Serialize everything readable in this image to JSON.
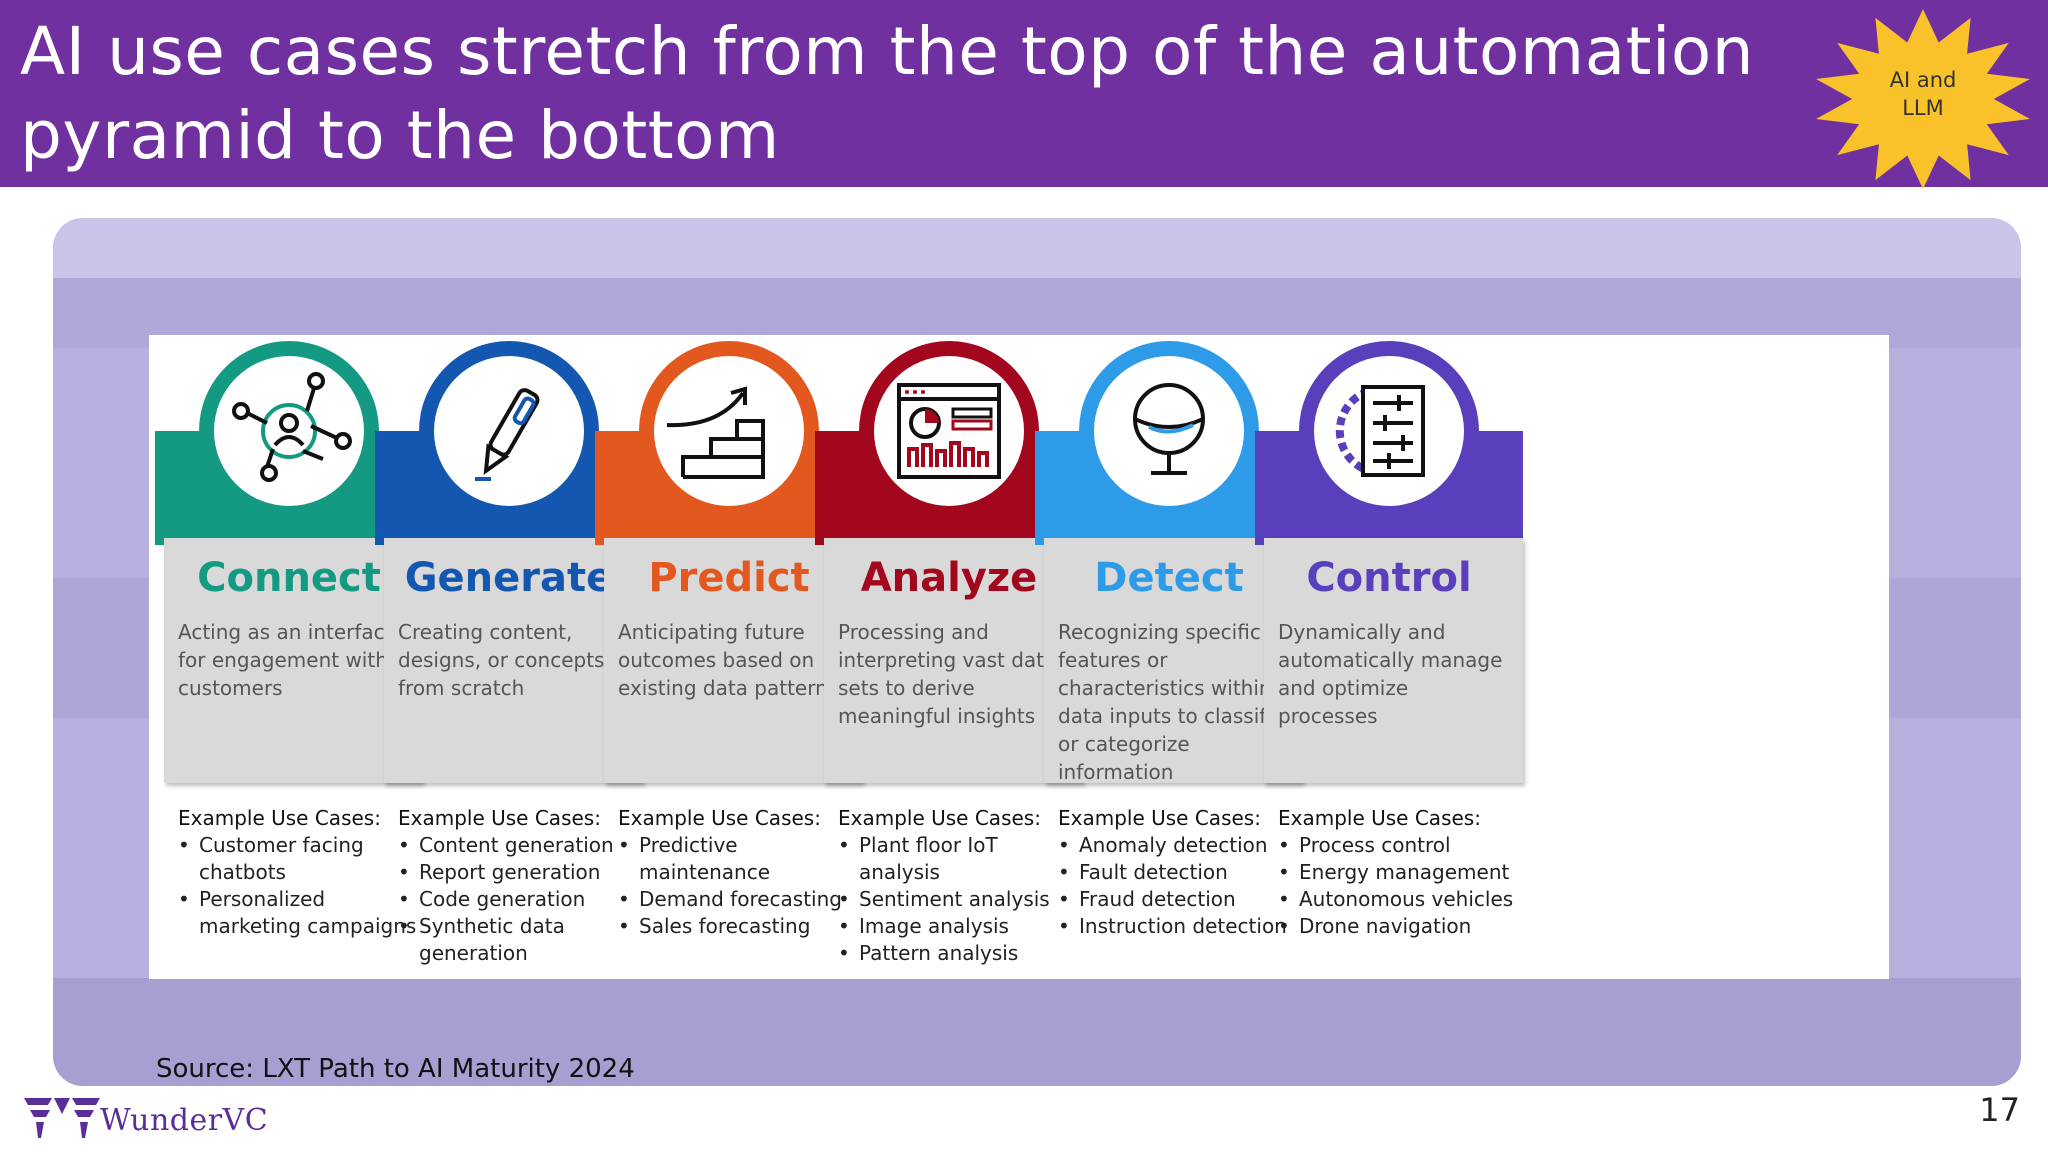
{
  "header": {
    "title": "AI use cases stretch from the top of the automation pyramid to the bottom",
    "badge_line1": "AI and",
    "badge_line2": "LLM",
    "background_color": "#7030a0",
    "badge_color": "#f9c22b"
  },
  "cards": [
    {
      "name": "Connect",
      "color": "#149a82",
      "icon": "network-person-icon",
      "description": "Acting as an interface for engagement with customers",
      "examples_title": "Example Use Cases:",
      "examples": [
        "Customer facing chatbots",
        "Personalized marketing campaigns"
      ]
    },
    {
      "name": "Generate",
      "color": "#1457b0",
      "icon": "pen-icon",
      "description": "Creating content, designs, or concepts from scratch",
      "examples_title": "Example Use Cases:",
      "examples": [
        "Content generation",
        "Report generation",
        "Code generation",
        "Synthetic data generation"
      ]
    },
    {
      "name": "Predict",
      "color": "#e3581e",
      "icon": "stairs-arrow-icon",
      "description": "Anticipating future outcomes based on existing data patterns",
      "examples_title": "Example Use Cases:",
      "examples": [
        "Predictive maintenance",
        "Demand forecasting",
        "Sales forecasting"
      ]
    },
    {
      "name": "Analyze",
      "color": "#a3071d",
      "icon": "dashboard-icon",
      "description": "Processing and interpreting vast data sets to derive meaningful insights",
      "examples_title": "Example Use Cases:",
      "examples": [
        "Plant floor IoT analysis",
        "Sentiment analysis",
        "Image analysis",
        "Pattern analysis"
      ]
    },
    {
      "name": "Detect",
      "color": "#2e9be8",
      "icon": "sensor-icon",
      "description": "Recognizing specific features or characteristics within data inputs to classify or categorize information",
      "examples_title": "Example Use Cases:",
      "examples": [
        "Anomaly detection",
        "Fault detection",
        "Fraud detection",
        "Instruction detection"
      ]
    },
    {
      "name": "Control",
      "color": "#5a3fbc",
      "icon": "gear-sliders-icon",
      "description": "Dynamically and automatically manage and optimize processes",
      "examples_title": "Example Use Cases:",
      "examples": [
        "Process control",
        "Energy management",
        "Autonomous vehicles",
        "Drone navigation"
      ]
    }
  ],
  "footer": {
    "source": "Source: LXT Path to AI Maturity 2024",
    "brand": "WunderVC",
    "page_number": "17"
  }
}
